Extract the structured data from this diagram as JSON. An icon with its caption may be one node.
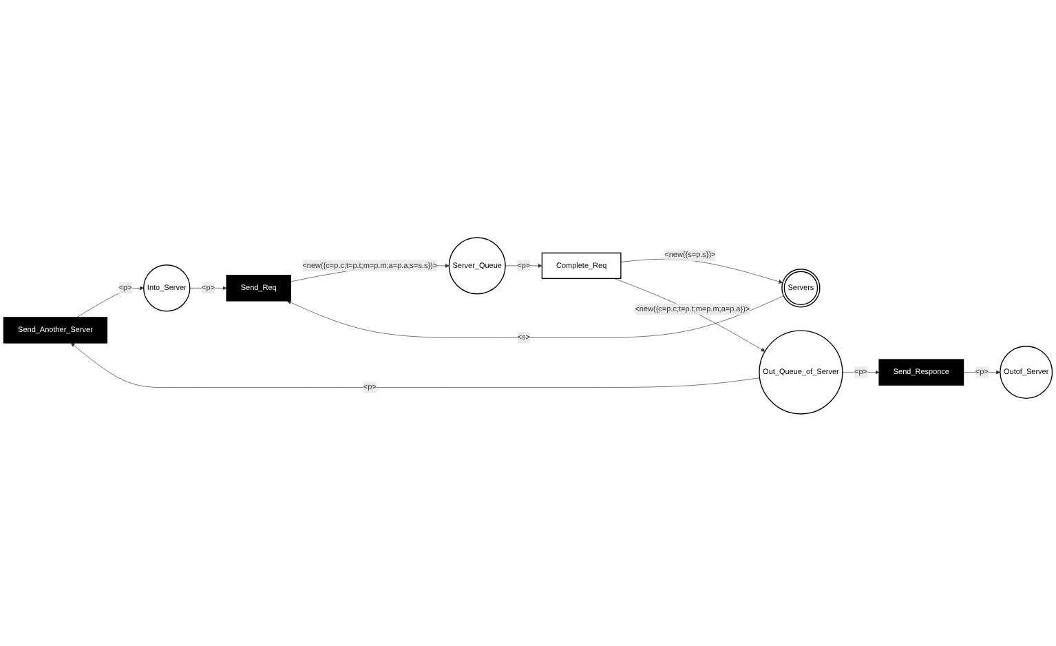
{
  "diagram": {
    "nodes": [
      {
        "text": [
          "Outof_Server"
        ]
      },
      {
        "text": [
          "Send_Responce"
        ]
      },
      {
        "text": [
          "Send_Another_Server"
        ]
      },
      {
        "text": [
          "Out_Queue_of_Server"
        ]
      },
      {
        "text": [
          "Into_Server"
        ]
      },
      {
        "text": [
          "Servers"
        ]
      },
      {
        "text": [
          "Send_Req"
        ]
      },
      {
        "text": [
          "Server_Queue"
        ]
      },
      {
        "text": [
          "Complete_Req"
        ]
      }
    ],
    "edges": [
      {
        "from": 1,
        "to": 0,
        "arrow": "to",
        "label": "<p>"
      },
      {
        "from": 3,
        "to": 1,
        "arrow": "to",
        "label": "<p>"
      },
      {
        "from": 3,
        "to": 2,
        "arrow": "to",
        "label": "<p>"
      },
      {
        "from": 2,
        "to": 4,
        "arrow": "to",
        "label": "<p>"
      },
      {
        "from": 4,
        "to": 6,
        "arrow": "to",
        "label": "<p>"
      },
      {
        "from": 5,
        "to": 6,
        "arrow": "to",
        "label": "<s>"
      },
      {
        "from": 6,
        "to": 7,
        "arrow": "to",
        "label": "<new({c=p.c;t=p.t;m=p.m;a=p.a;s=s.s})>"
      },
      {
        "from": 7,
        "to": 8,
        "arrow": "to",
        "label": "<p>"
      },
      {
        "from": 8,
        "to": 5,
        "arrow": "to",
        "label": "<new({s=p.s})>"
      },
      {
        "from": 8,
        "to": 3,
        "arrow": "to",
        "label": "<new({c=p.c;t=p.t;m=p.m;a=p.a})>"
      }
    ]
  }
}
